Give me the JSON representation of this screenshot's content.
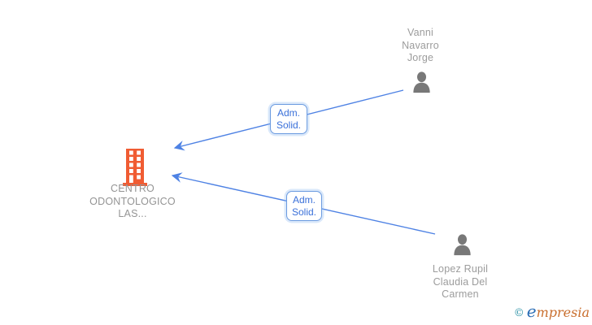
{
  "colors": {
    "company_icon": "#f05c33",
    "person_icon": "#787878",
    "node_label_text": "#9c9c9c",
    "edge_line": "#4e82e4",
    "edge_label_text": "#3a70d9",
    "edge_label_border": "#6b9be0",
    "logo_copyright": "#2e93a8",
    "logo_initial": "#2a6db5",
    "logo_rest": "#c96e2d"
  },
  "diagram": {
    "company": {
      "name": "CENTRO\nODONTOLOGICO\nLAS...",
      "icon": "building-icon"
    },
    "people": [
      {
        "name": "Vanni\nNavarro\nJorge",
        "icon": "person-icon"
      },
      {
        "name": "Lopez Rupil\nClaudia Del\nCarmen",
        "icon": "person-icon"
      }
    ],
    "edges": [
      {
        "from": "Vanni Navarro Jorge",
        "to": "CENTRO ODONTOLOGICO LAS...",
        "label": "Adm.\nSolid."
      },
      {
        "from": "Lopez Rupil Claudia Del Carmen",
        "to": "CENTRO ODONTOLOGICO LAS...",
        "label": "Adm.\nSolid."
      }
    ]
  },
  "footer": {
    "copyright_symbol": "©",
    "brand_initial": "e",
    "brand_rest": "mpresia"
  }
}
